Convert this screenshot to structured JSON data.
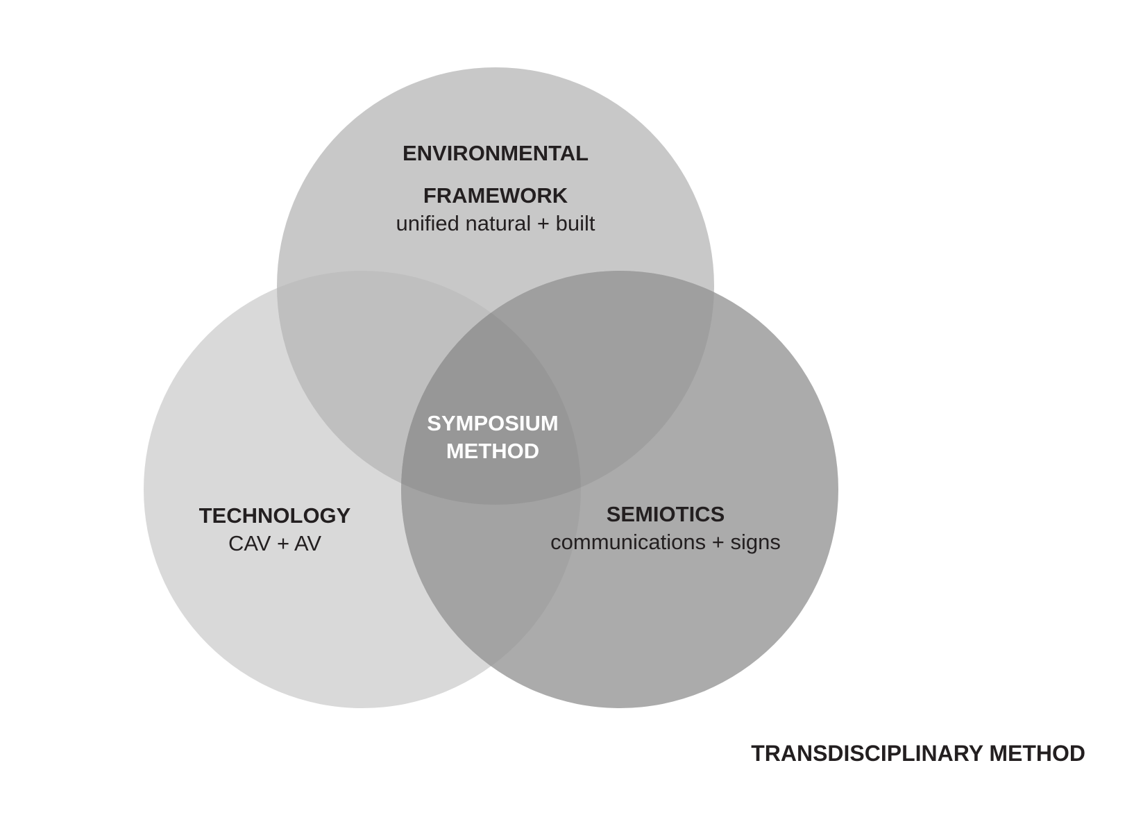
{
  "diagram": {
    "caption": "TRANSDISCIPLINARY METHOD",
    "colors": {
      "top_circle": "#c8c8c8",
      "left_circle": "#d9d9d9",
      "right_circle": "#ababab",
      "top_left_overlap": "#bfbfbf",
      "top_right_overlap": "#9f9f9f",
      "left_right_overlap": "#a3a3a3",
      "center": "#979797",
      "dark_text": "#231f20",
      "light_text": "#ffffff"
    },
    "environmental": {
      "title_line1": "ENVIRONMENTAL",
      "title_line2": "FRAMEWORK",
      "subtitle": "unified natural + built"
    },
    "technology": {
      "title": "TECHNOLOGY",
      "subtitle": "CAV + AV"
    },
    "semiotics": {
      "title": "SEMIOTICS",
      "subtitle": "communications + signs"
    },
    "center": {
      "line1": "SYMPOSIUM",
      "line2": "METHOD"
    }
  }
}
